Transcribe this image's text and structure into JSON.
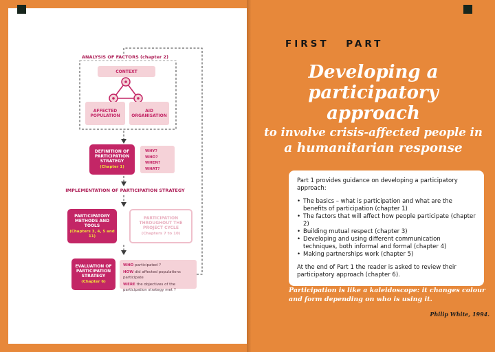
{
  "colors": {
    "orange_background": "#E7883A",
    "magenta_box": "#C32666",
    "magenta_label": "#AE2058",
    "pink_light": "#F5D2D8",
    "pink_outline": "#EFBFCB",
    "chapter_yellow": "#F2E23A",
    "corner_marker": "#18261D"
  },
  "left_page": {
    "flowchart": {
      "analysis_title": "ANALYSIS OF FACTORS (chapter 2)",
      "context": "CONTEXT",
      "affected_population": "AFFECTED POPULATION",
      "aid_organisation": "AID ORGANISATION",
      "definition": {
        "title": "DEFINITION OF PARTICIPATION STRATEGY",
        "chapter": "(Chapter 1)",
        "questions": [
          "WHY?",
          "WHO?",
          "WHEN?",
          "WHAT?"
        ]
      },
      "implementation_title": "IMPLEMENTATION OF PARTICIPATION STRATEGY",
      "methods": {
        "title": "PARTICIPATORY METHODS AND TOOLS",
        "chapter": "(Chapters 3, 4, 5 and 11)"
      },
      "project_cycle": {
        "title": "PARTICIPATION THROUGHOUT THE PROJECT CYCLE",
        "chapter": "(Chapters 7 to 10)"
      },
      "evaluation": {
        "title": "EVALUATION OF PARTICIPATION STRATEGY",
        "chapter": "(Chapter 6)",
        "questions": [
          {
            "lead": "WHO",
            "rest": " participated ?"
          },
          {
            "lead": "HOW",
            "rest": " did affected populations participate"
          },
          {
            "lead": "WERE",
            "rest": " the objectives of the participation strategy met ?"
          }
        ]
      }
    }
  },
  "right_page": {
    "kicker": "FIRST PART",
    "title": {
      "line1": "Developing a",
      "line2": "participatory approach",
      "line3": "to involve crisis-affected people in",
      "line4": "a humanitarian response"
    },
    "info_box": {
      "intro": "Part 1 provides guidance on developing a participatory approach:",
      "bullets": [
        "The basics – what is participation and what are the benefits of participation (chapter 1)",
        "The factors that will affect how people participate (chapter 2)",
        "Building mutual respect (chapter 3)",
        "Developing and using different communication techniques, both informal and formal (chapter 4)",
        "Making partnerships work (chapter 5)"
      ],
      "closing": "At the end of Part 1 the reader is asked to review their participatory approach (chapter 6)."
    },
    "quote": "Participation is like a kaleidoscope: it changes colour and form depending on who is using it.",
    "attribution": "Philip White, 1994."
  }
}
